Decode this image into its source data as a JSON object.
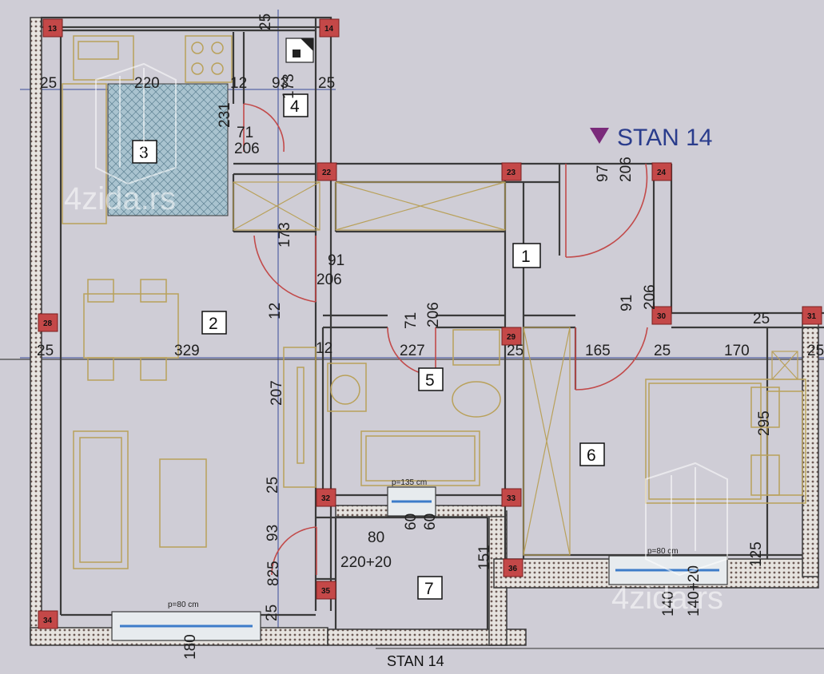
{
  "title": "STAN 14",
  "subtitle": "STAN 14",
  "watermark": "4zida.rs",
  "colors": {
    "wall": "#3a3a3a",
    "column": "#c44848",
    "furniture": "#b9a15a",
    "window": "#3d7cc9",
    "door": "#c24a4a",
    "title": "#2a3c8c",
    "background": "#cfcdd6"
  },
  "rooms": [
    {
      "id": "1",
      "label": "1"
    },
    {
      "id": "2",
      "label": "2"
    },
    {
      "id": "3",
      "label": "3"
    },
    {
      "id": "4",
      "label": "4"
    },
    {
      "id": "5",
      "label": "5"
    },
    {
      "id": "6",
      "label": "6"
    },
    {
      "id": "7",
      "label": "7"
    }
  ],
  "columns": [
    "13",
    "14",
    "22",
    "23",
    "24",
    "28",
    "29",
    "30",
    "31",
    "32",
    "33",
    "34",
    "35",
    "36"
  ],
  "windows": {
    "w1": "p=80 cm",
    "w2": "p=135 cm",
    "w3": "p=80 cm"
  },
  "dims": {
    "d_25_top": "25",
    "d_25_left": "25",
    "d_220": "220",
    "d_12_a": "12",
    "d_93_a": "93",
    "d_25_b": "25",
    "d_231": "231",
    "d_173_a": "173",
    "d_71_a": "71",
    "d_206_a": "206",
    "d_97": "97",
    "d_206_b": "206",
    "d_173_b": "173",
    "d_91_a": "91",
    "d_206_c": "206",
    "d_91_b": "91",
    "d_206_d": "206",
    "d_12_b": "12",
    "d_71_b": "71",
    "d_206_e": "206",
    "d_25_c": "25",
    "d_25_mid": "25",
    "d_329": "329",
    "d_12_c": "12",
    "d_227": "227",
    "d_25_d": "25",
    "d_165": "165",
    "d_25_e": "25",
    "d_170": "170",
    "d_25_f": "25",
    "d_207": "207",
    "d_295": "295",
    "d_25_g": "25",
    "d_80": "80",
    "d_60_a": "60",
    "d_60_b": "60",
    "d_220_20": "220+20",
    "d_93_b": "93",
    "d_151": "151",
    "d_125": "125",
    "d_825": "825",
    "d_25_h": "25",
    "d_140": "140",
    "d_140_20": "140+20",
    "d_180": "180"
  }
}
